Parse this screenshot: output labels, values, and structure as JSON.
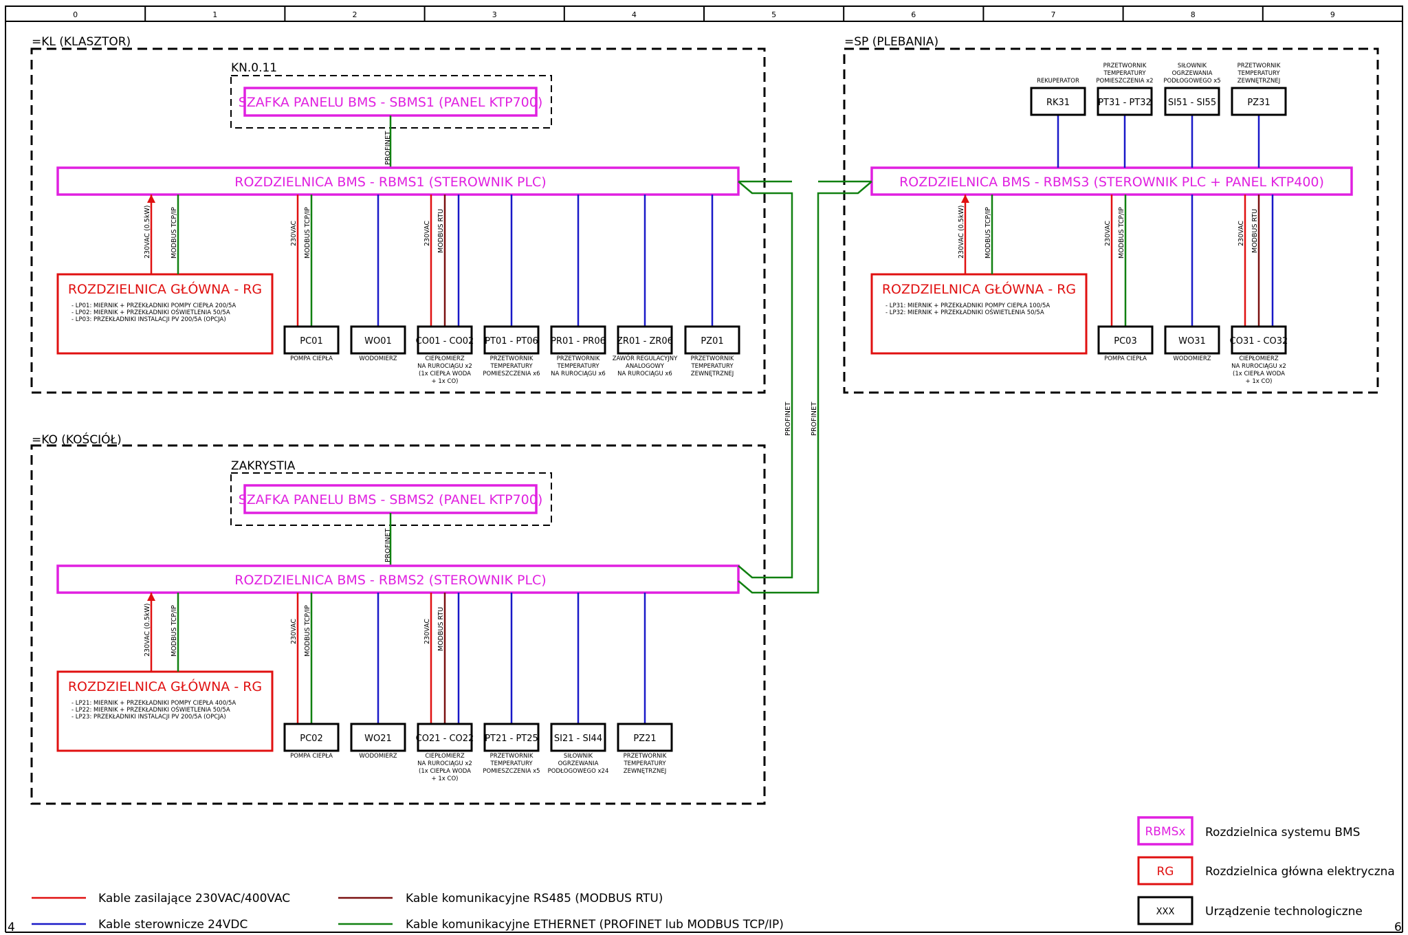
{
  "ruler": [
    "0",
    "1",
    "2",
    "3",
    "4",
    "5",
    "6",
    "7",
    "8",
    "9"
  ],
  "corners": {
    "left": "4",
    "right": "6"
  },
  "zones": {
    "kl": {
      "label": "=KL (KLASZTOR)",
      "room": "KN.0.11"
    },
    "ko": {
      "label": "=KO (KOŚCIÓŁ)",
      "room": "ZAKRYSTIA"
    },
    "sp": {
      "label": "=SP (PLEBANIA)"
    }
  },
  "panels": {
    "sbms1": "SZAFKA PANELU BMS - SBMS1 (PANEL KTP700)",
    "sbms2": "SZAFKA PANELU BMS - SBMS2 (PANEL KTP700)",
    "rbms1": "ROZDZIELNICA BMS - RBMS1 (STEROWNIK PLC)",
    "rbms2": "ROZDZIELNICA BMS - RBMS2 (STEROWNIK PLC)",
    "rbms3": "ROZDZIELNICA BMS - RBMS3 (STEROWNIK PLC + PANEL KTP400)"
  },
  "rg": {
    "title": "ROZDZIELNICA GŁÓWNA - RG",
    "kl": [
      "- LP01: MIERNIK + PRZEKŁADNIKI POMPY CIEPŁA 200/5A",
      "- LP02: MIERNIK + PRZEKŁADNIKI OŚWIETLENIA 50/5A",
      "- LP03: PRZEKŁADNIKI INSTALACJI PV 200/5A (OPCJA)"
    ],
    "ko": [
      "- LP21: MIERNIK + PRZEKŁADNIKI POMPY CIEPŁA 400/5A",
      "- LP22: MIERNIK + PRZEKŁADNIKI OŚWIETLENIA 50/5A",
      "- LP23: PRZEKŁADNIKI INSTALACJI PV 200/5A (OPCJA)"
    ],
    "sp": [
      "- LP31: MIERNIK + PRZEKŁADNIKI POMPY CIEPŁA 100/5A",
      "- LP32: MIERNIK + PRZEKŁADNIKI OŚWIETLENIA 50/5A"
    ]
  },
  "cable_labels": {
    "profinet": "PROFINET",
    "power": "230VAC (0.5kW)",
    "vac": "230VAC",
    "tcp": "MODBUS TCP/IP",
    "rtu": "MODBUS RTU"
  },
  "devices": {
    "kl": [
      {
        "code": "PC01",
        "desc": [
          "POMPA CIEPŁA"
        ]
      },
      {
        "code": "WO01",
        "desc": [
          "WODOMIERZ"
        ]
      },
      {
        "code": "CO01 - CO02",
        "desc": [
          "CIEPŁOMIERZ",
          "NA RUROCIĄGU x2",
          "(1x CIEPŁA WODA",
          "+ 1x CO)"
        ]
      },
      {
        "code": "PT01 - PT06",
        "desc": [
          "PRZETWORNIK",
          "TEMPERATURY",
          "POMIESZCZENIA x6"
        ]
      },
      {
        "code": "PR01 - PR06",
        "desc": [
          "PRZETWORNIK",
          "TEMPERATURY",
          "NA RUROCIĄGU x6"
        ]
      },
      {
        "code": "ZR01 - ZR06",
        "desc": [
          "ZAWÓR REGULACYJNY",
          "ANALOGOWY",
          "NA RUROCIĄGU x6"
        ]
      },
      {
        "code": "PZ01",
        "desc": [
          "PRZETWORNIK",
          "TEMPERATURY",
          "ZEWNĘTRZNEJ"
        ]
      }
    ],
    "ko": [
      {
        "code": "PC02",
        "desc": [
          "POMPA CIEPŁA"
        ]
      },
      {
        "code": "WO21",
        "desc": [
          "WODOMIERZ"
        ]
      },
      {
        "code": "CO21 - CO22",
        "desc": [
          "CIEPŁOMIERZ",
          "NA RUROCIĄGU x2",
          "(1x CIEPŁA WODA",
          "+ 1x CO)"
        ]
      },
      {
        "code": "PT21 - PT25",
        "desc": [
          "PRZETWORNIK",
          "TEMPERATURY",
          "POMIESZCZENIA x5"
        ]
      },
      {
        "code": "SI21 - SI44",
        "desc": [
          "SIŁOWNIK",
          "OGRZEWANIA",
          "PODŁOGOWEGO x24"
        ]
      },
      {
        "code": "PZ21",
        "desc": [
          "PRZETWORNIK",
          "TEMPERATURY",
          "ZEWNĘTRZNEJ"
        ]
      }
    ],
    "sp_bottom": [
      {
        "code": "PC03",
        "desc": [
          "POMPA CIEPŁA"
        ]
      },
      {
        "code": "WO31",
        "desc": [
          "WODOMIERZ"
        ]
      },
      {
        "code": "CO31 - CO32",
        "desc": [
          "CIEPŁOMIERZ",
          "NA RUROCIĄGU x2",
          "(1x CIEPŁA WODA",
          "+ 1x CO)"
        ]
      }
    ],
    "sp_top": [
      {
        "code": "RK31",
        "desc": [
          "REKUPERATOR"
        ]
      },
      {
        "code": "PT31 - PT32",
        "desc": [
          "PRZETWORNIK",
          "TEMPERATURY",
          "POMIESZCZENIA x2"
        ]
      },
      {
        "code": "SI51 - SI55",
        "desc": [
          "SIŁOWNIK",
          "OGRZEWANIA",
          "PODŁOGOWEGO x5"
        ]
      },
      {
        "code": "PZ31",
        "desc": [
          "PRZETWORNIK",
          "TEMPERATURY",
          "ZEWNĘTRZNEJ"
        ]
      }
    ]
  },
  "legend": {
    "red": "Kable zasilające 230VAC/400VAC",
    "blue": "Kable sterownicze 24VDC",
    "brown": "Kable komunikacyjne RS485 (MODBUS RTU)",
    "green": "Kable komunikacyjne ETHERNET (PROFINET lub MODBUS TCP/IP)",
    "rbms_box": "RBMSx",
    "rbms_text": "Rozdzielnica systemu BMS",
    "rg_box": "RG",
    "rg_text": "Rozdzielnica główna elektryczna",
    "dev_box": "XXX",
    "dev_text": "Urządzenie technologiczne"
  },
  "colors": {
    "power": "#e01010",
    "control": "#1818c8",
    "rtu": "#7a1010",
    "ethernet": "#108010",
    "bms": "#e020e0",
    "rg": "#e01010"
  }
}
